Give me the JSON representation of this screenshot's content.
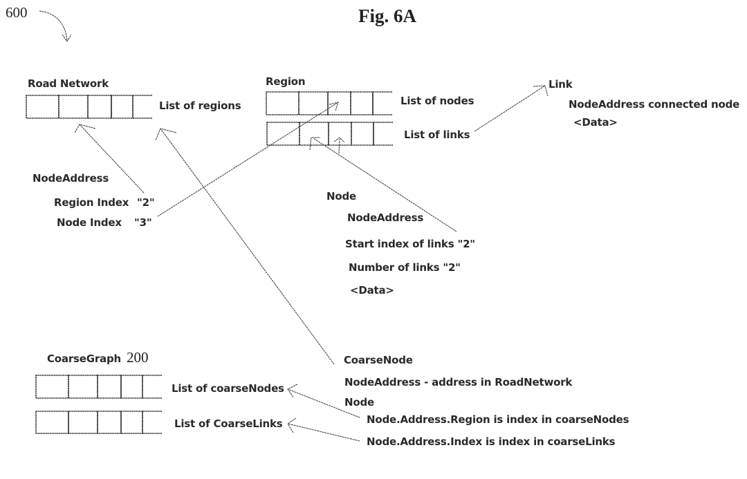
{
  "figure": {
    "title": "Fig. 6A",
    "reference_number": "600",
    "coarse_graph_reference": "200"
  },
  "road_network": {
    "title": "Road Network",
    "list_label": "List of regions",
    "cell_count": 5
  },
  "region": {
    "title": "Region",
    "nodes_label": "List of nodes",
    "links_label": "List of links",
    "cell_count": 5
  },
  "link": {
    "title": "Link",
    "fields": [
      "NodeAddress connected node",
      "<Data>"
    ]
  },
  "node_address": {
    "title": "NodeAddress",
    "region_index_label": "Region Index",
    "region_index_value": "\"2\"",
    "node_index_label": "Node Index",
    "node_index_value": "\"3\""
  },
  "node": {
    "title": "Node",
    "fields": [
      "NodeAddress",
      "Start index of links  \"2\"",
      "Number of links \"2\"",
      "<Data>"
    ]
  },
  "coarse_graph": {
    "title": "CoarseGraph",
    "nodes_label": "List of coarseNodes",
    "links_label": "List of CoarseLinks",
    "cell_count": 5
  },
  "coarse_node": {
    "title": "CoarseNode",
    "address_line": "NodeAddress - address in RoadNetwork",
    "node_title": "Node",
    "region_line": "Node.Address.Region is index in coarseNodes",
    "index_line": "Node.Address.Index is index in coarseLinks"
  }
}
